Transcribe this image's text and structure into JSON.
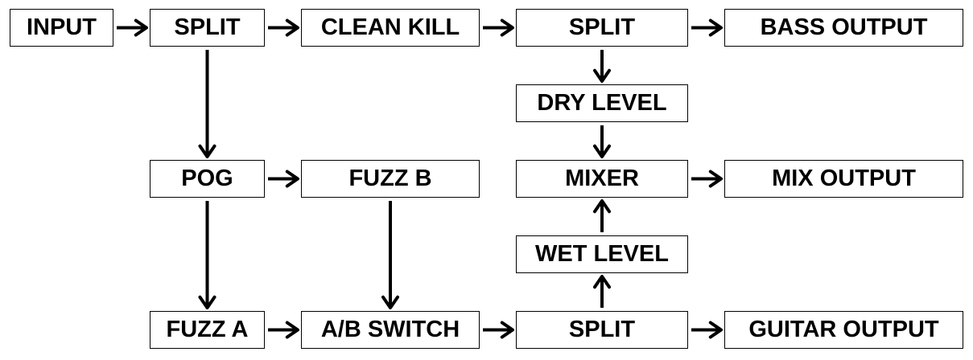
{
  "nodes": {
    "input": "INPUT",
    "split_top": "SPLIT",
    "clean_kill": "CLEAN KILL",
    "split_bass": "SPLIT",
    "bass_output": "BASS OUTPUT",
    "dry_level": "DRY LEVEL",
    "pog": "POG",
    "fuzz_b": "FUZZ B",
    "mixer": "MIXER",
    "mix_output": "MIX OUTPUT",
    "wet_level": "WET LEVEL",
    "fuzz_a": "FUZZ A",
    "ab_switch": "A/B SWITCH",
    "split_guitar": "SPLIT",
    "guitar_output": "GUITAR OUTPUT"
  },
  "connections": [
    [
      "input",
      "split_top"
    ],
    [
      "split_top",
      "clean_kill"
    ],
    [
      "clean_kill",
      "split_bass"
    ],
    [
      "split_bass",
      "bass_output"
    ],
    [
      "split_bass",
      "dry_level"
    ],
    [
      "dry_level",
      "mixer"
    ],
    [
      "mixer",
      "mix_output"
    ],
    [
      "split_top",
      "pog"
    ],
    [
      "pog",
      "fuzz_b"
    ],
    [
      "pog",
      "fuzz_a"
    ],
    [
      "fuzz_b",
      "ab_switch"
    ],
    [
      "fuzz_a",
      "ab_switch"
    ],
    [
      "ab_switch",
      "split_guitar"
    ],
    [
      "split_guitar",
      "guitar_output"
    ],
    [
      "split_guitar",
      "wet_level"
    ],
    [
      "wet_level",
      "mixer"
    ]
  ],
  "colors": {
    "line": "#000000",
    "box_border": "#000000",
    "background": "#ffffff"
  }
}
